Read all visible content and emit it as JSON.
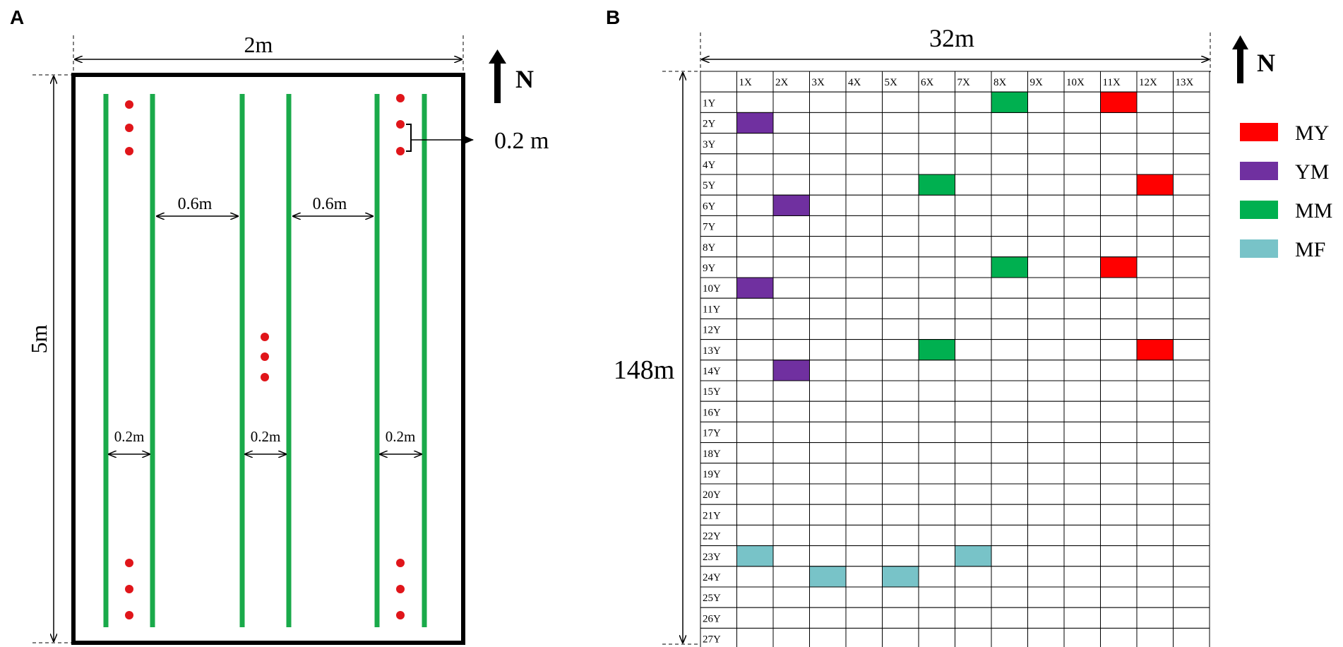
{
  "panel_a": {
    "letter": "A",
    "width_label": "2m",
    "height_label": "5m",
    "north_label": "N",
    "plant_spacing_label": "0.2 m",
    "row_gap_label_1": "0.6m",
    "row_gap_label_2": "0.6m",
    "strip_width_label_1": "0.2m",
    "strip_width_label_2": "0.2m",
    "strip_width_label_3": "0.2m",
    "colors": {
      "row_line": "#1aaa4a",
      "plant_dot": "#e0151a",
      "border": "#000000"
    }
  },
  "panel_b": {
    "letter": "B",
    "width_label": "32m",
    "height_label": "148m",
    "north_label": "N",
    "col_headers": [
      "1X",
      "2X",
      "3X",
      "4X",
      "5X",
      "6X",
      "7X",
      "8X",
      "9X",
      "10X",
      "11X",
      "12X",
      "13X"
    ],
    "row_headers": [
      "1Y",
      "2Y",
      "3Y",
      "4Y",
      "5Y",
      "6Y",
      "7Y",
      "8Y",
      "9Y",
      "10Y",
      "11Y",
      "12Y",
      "13Y",
      "14Y",
      "15Y",
      "16Y",
      "17Y",
      "18Y",
      "19Y",
      "20Y",
      "21Y",
      "22Y",
      "23Y",
      "24Y",
      "25Y",
      "26Y",
      "27Y"
    ],
    "legend": [
      {
        "key": "MY",
        "label": "MY",
        "color": "#ff0000"
      },
      {
        "key": "YM",
        "label": "YM",
        "color": "#7030a0"
      },
      {
        "key": "MM",
        "label": "MM",
        "color": "#00b050"
      },
      {
        "key": "MF",
        "label": "MF",
        "color": "#78c3c8"
      }
    ],
    "plots": [
      {
        "col": "8X",
        "row": "1Y",
        "type": "MM"
      },
      {
        "col": "11X",
        "row": "1Y",
        "type": "MY"
      },
      {
        "col": "1X",
        "row": "2Y",
        "type": "YM"
      },
      {
        "col": "6X",
        "row": "5Y",
        "type": "MM"
      },
      {
        "col": "12X",
        "row": "5Y",
        "type": "MY"
      },
      {
        "col": "2X",
        "row": "6Y",
        "type": "YM"
      },
      {
        "col": "8X",
        "row": "9Y",
        "type": "MM"
      },
      {
        "col": "11X",
        "row": "9Y",
        "type": "MY"
      },
      {
        "col": "1X",
        "row": "10Y",
        "type": "YM"
      },
      {
        "col": "6X",
        "row": "13Y",
        "type": "MM"
      },
      {
        "col": "12X",
        "row": "13Y",
        "type": "MY"
      },
      {
        "col": "2X",
        "row": "14Y",
        "type": "YM"
      },
      {
        "col": "1X",
        "row": "23Y",
        "type": "MF"
      },
      {
        "col": "7X",
        "row": "23Y",
        "type": "MF"
      },
      {
        "col": "3X",
        "row": "24Y",
        "type": "MF"
      },
      {
        "col": "5X",
        "row": "24Y",
        "type": "MF"
      }
    ]
  }
}
